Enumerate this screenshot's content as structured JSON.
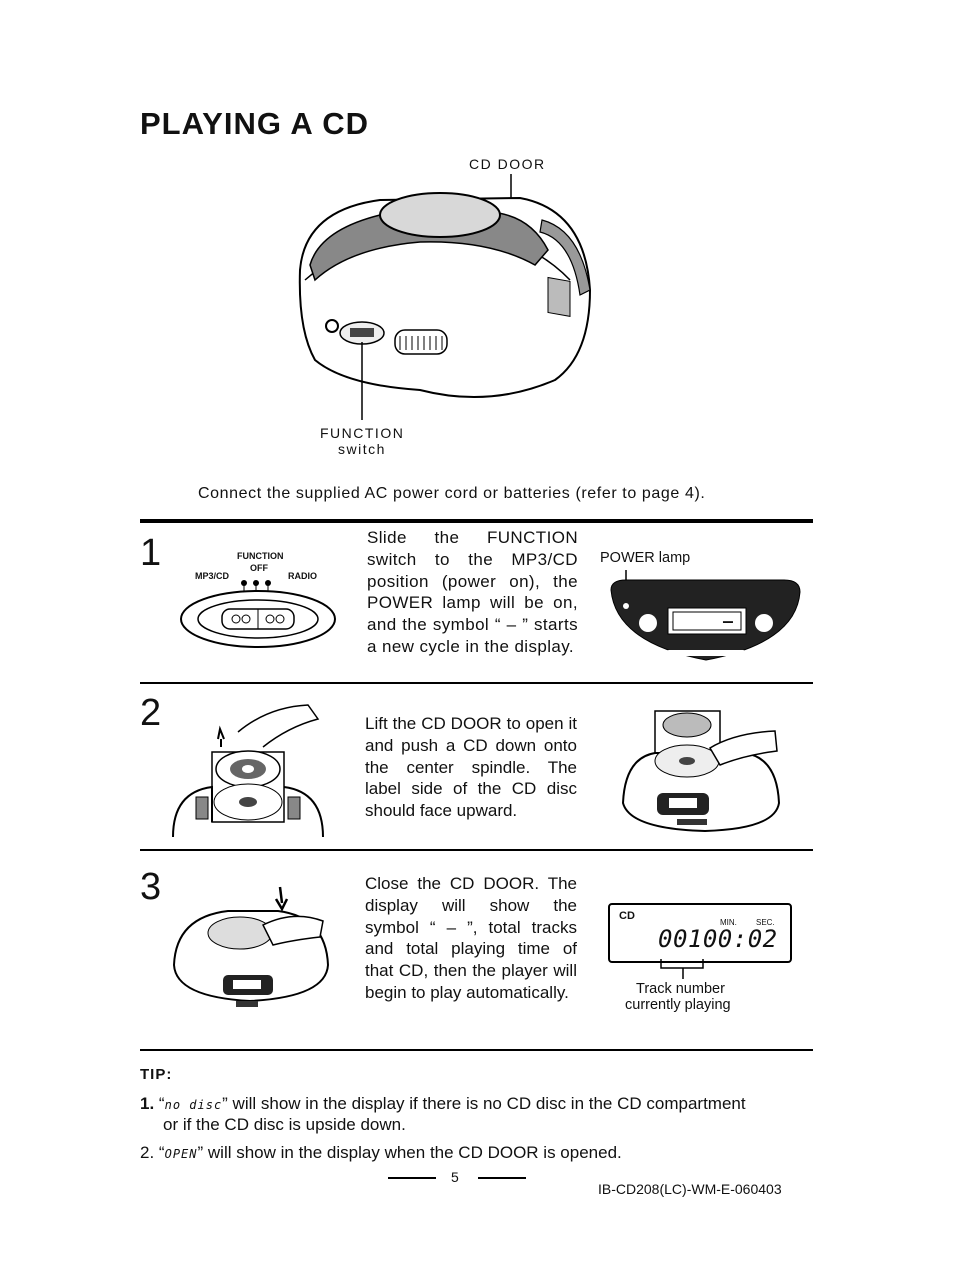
{
  "page": {
    "title": "PLAYING A CD",
    "top_figure": {
      "cd_door_label": "CD DOOR",
      "function_label_1": "FUNCTION",
      "function_label_2": "switch"
    },
    "intro": "Connect the supplied AC power cord or batteries (refer to page 4).",
    "steps": [
      {
        "num": "1",
        "text": "Slide the FUNCTION switch to the MP3/CD position (power on), the POWER lamp will be on, and the symbol “ ‒ ” starts a new cycle in the display.",
        "switch_labels": {
          "function": "FUNCTION",
          "off": "OFF",
          "mp3cd": "MP3/CD",
          "radio": "RADIO"
        },
        "right_label": "POWER lamp",
        "display_symbol": "‒"
      },
      {
        "num": "2",
        "text": "Lift the CD DOOR to open it and push a CD down onto the center spindle. The label side of the CD disc should face upward."
      },
      {
        "num": "3",
        "text": "Close the CD DOOR. The display will show the symbol “ ‒ ”, total tracks and total playing time of that CD, then the player will begin to play automatically.",
        "lcd": {
          "mode": "CD",
          "min": "MIN.",
          "sec": "SEC.",
          "digits": "00100:02"
        },
        "caption_1": "Track number",
        "caption_2": "currently playing"
      }
    ],
    "tip": {
      "heading": "TIP:",
      "items": [
        {
          "num": "1.",
          "pre": "“",
          "code": "no disc",
          "post": "” will show in the display if there is no CD disc in the CD compartment",
          "cont": "or if the CD disc is upside down."
        },
        {
          "num": "2.",
          "pre": "“",
          "code": "OPEN",
          "post": "” will show in the display when the CD DOOR is opened."
        }
      ]
    },
    "page_number": "5",
    "doc_code": "IB-CD208(LC)-WM-E-060403"
  }
}
